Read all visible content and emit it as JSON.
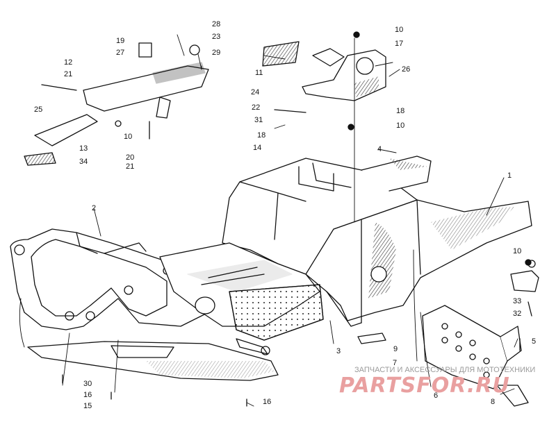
{
  "diagram": {
    "callouts": [
      {
        "id": "1",
        "label": "1"
      },
      {
        "id": "2",
        "label": "2"
      },
      {
        "id": "3",
        "label": "3"
      },
      {
        "id": "4",
        "label": "4"
      },
      {
        "id": "5",
        "label": "5"
      },
      {
        "id": "6",
        "label": "6"
      },
      {
        "id": "7",
        "label": "7"
      },
      {
        "id": "8",
        "label": "8"
      },
      {
        "id": "9",
        "label": "9"
      },
      {
        "id": "10a",
        "label": "10"
      },
      {
        "id": "10b",
        "label": "10"
      },
      {
        "id": "10c",
        "label": "10"
      },
      {
        "id": "10d",
        "label": "10"
      },
      {
        "id": "11",
        "label": "11"
      },
      {
        "id": "12",
        "label": "12"
      },
      {
        "id": "13",
        "label": "13"
      },
      {
        "id": "14",
        "label": "14"
      },
      {
        "id": "15",
        "label": "15"
      },
      {
        "id": "16a",
        "label": "16"
      },
      {
        "id": "16b",
        "label": "16"
      },
      {
        "id": "17",
        "label": "17"
      },
      {
        "id": "18a",
        "label": "18"
      },
      {
        "id": "18b",
        "label": "18"
      },
      {
        "id": "19",
        "label": "19"
      },
      {
        "id": "20",
        "label": "20"
      },
      {
        "id": "21a",
        "label": "21"
      },
      {
        "id": "21b",
        "label": "21"
      },
      {
        "id": "22",
        "label": "22"
      },
      {
        "id": "23",
        "label": "23"
      },
      {
        "id": "24",
        "label": "24"
      },
      {
        "id": "25",
        "label": "25"
      },
      {
        "id": "26",
        "label": "26"
      },
      {
        "id": "27",
        "label": "27"
      },
      {
        "id": "28",
        "label": "28"
      },
      {
        "id": "29",
        "label": "29"
      },
      {
        "id": "30",
        "label": "30"
      },
      {
        "id": "31",
        "label": "31"
      },
      {
        "id": "32",
        "label": "32"
      },
      {
        "id": "33",
        "label": "33"
      },
      {
        "id": "34",
        "label": "34"
      }
    ]
  },
  "watermark": {
    "caption": "ЗАПЧАСТИ И АКСЕССУАРЫ ДЛЯ МОТОТЕХНИКИ",
    "logo": "PARTSFOR.RU",
    "color": "#e9a0a0"
  }
}
